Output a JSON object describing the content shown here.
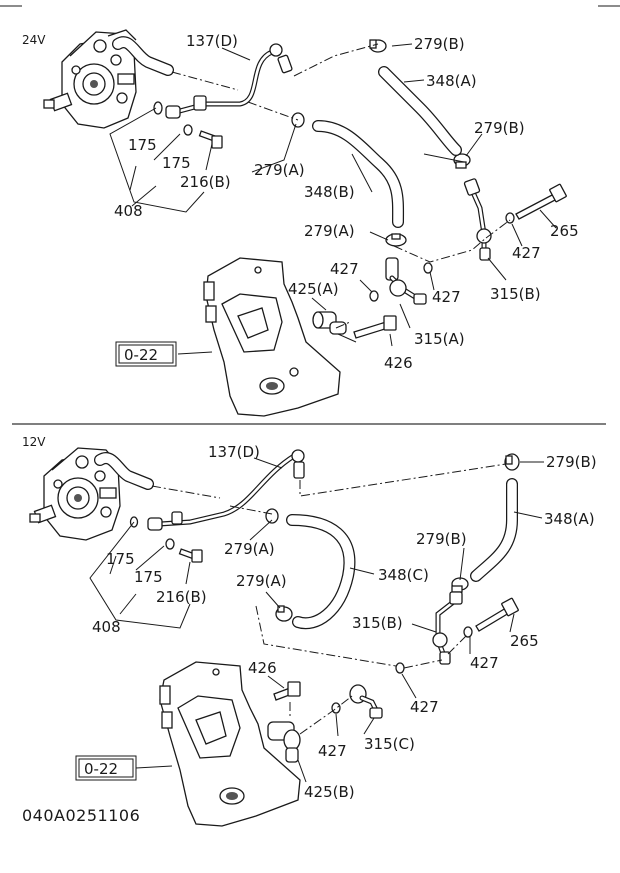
{
  "sections": [
    {
      "id": "top",
      "voltage": "24V",
      "labels": {
        "l137": "137(D)",
        "l279b1": "279(B)",
        "l348a": "348(A)",
        "l279b2": "279(B)",
        "l175a": "175",
        "l175b": "175",
        "l279a1": "279(A)",
        "l348b": "348(B)",
        "l216": "216(B)",
        "l408": "408",
        "l265": "265",
        "l279a2": "279(A)",
        "l427a": "427",
        "l427b": "427",
        "l427c": "427",
        "l425": "425(A)",
        "l315b": "315(B)",
        "l315a": "315(A)",
        "l426": "426",
        "ref": "0-22"
      }
    },
    {
      "id": "bottom",
      "voltage": "12V",
      "labels": {
        "l137": "137(D)",
        "l279b1": "279(B)",
        "l348a": "348(A)",
        "l279a1": "279(A)",
        "l175a": "175",
        "l175b": "175",
        "l279b2": "279(B)",
        "l216": "216(B)",
        "l348c": "348(C)",
        "l279a2": "279(A)",
        "l408": "408",
        "l315b": "315(B)",
        "l265": "265",
        "l427a": "427",
        "l426": "426",
        "l427b": "427",
        "l427c": "427",
        "l315c": "315(C)",
        "ref": "0-22",
        "l425": "425(B)"
      }
    }
  ],
  "drawing_code": "040A0251106"
}
